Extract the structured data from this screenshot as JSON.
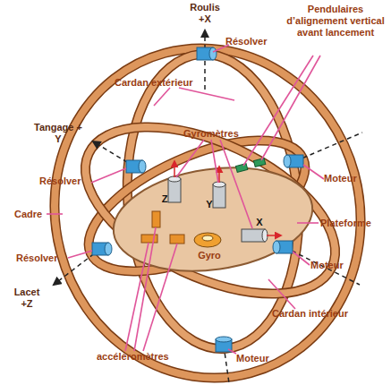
{
  "diagram": {
    "labels": [
      "Roulis +X",
      "Résolver",
      "Pendulaires d’alignement vertical avant lancement",
      "Cardan extérieur",
      "Tangage + Y",
      "Gyromètres",
      "Moteur",
      "Résolver",
      "Cadre",
      "Plateforme",
      "Résolver",
      "Moteur",
      "Lacet +Z",
      "Cardan intérieur",
      "Moteur",
      "accéléromètres",
      "Z",
      "Y",
      "X",
      "Gyro"
    ]
  }
}
